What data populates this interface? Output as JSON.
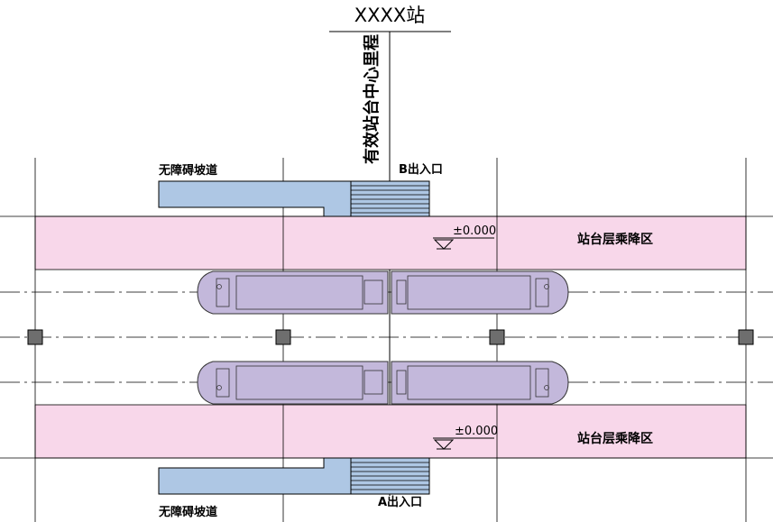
{
  "station": {
    "title": "XXXX站",
    "center_mileage_label": "有效站台中心里程"
  },
  "entrances": {
    "north_label": "B出入口",
    "south_label": "A出入口"
  },
  "ramps": {
    "north_label": "无障碍坡道",
    "south_label": "无障碍坡道"
  },
  "platform": {
    "upper_zone_label": "站台层乘降区",
    "lower_zone_label": "站台层乘降区",
    "upper_elevation": "±0.000",
    "lower_elevation": "±0.000"
  },
  "colors": {
    "platform_zone": "#f8d7ea",
    "ramp_fill": "#aec7e4",
    "stair_fill": "#aec7e4",
    "train_fill": "#c3b8db",
    "column_fill": "#6e6e6e",
    "line": "#000000"
  }
}
